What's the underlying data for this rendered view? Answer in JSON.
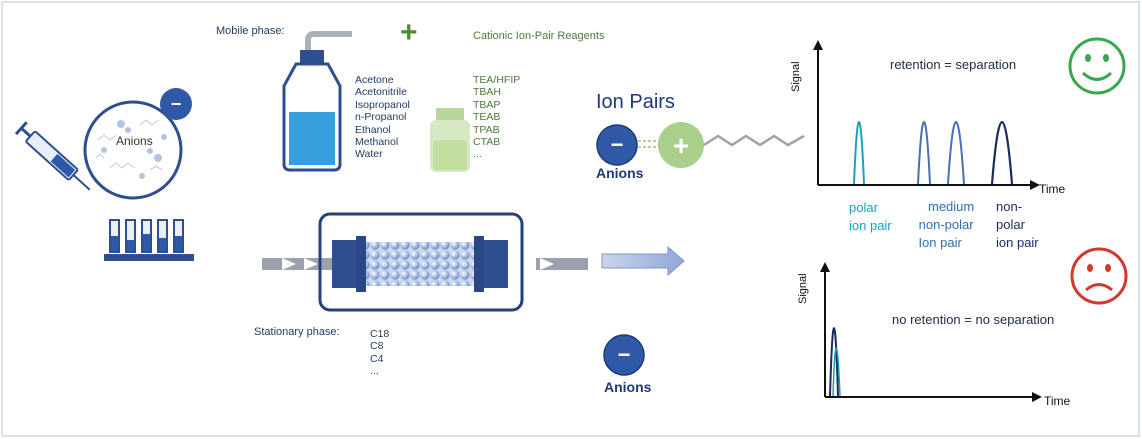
{
  "colors": {
    "dark_blue": "#2f4e8f",
    "teal": "#1ea0b8",
    "green": "#6cc04a",
    "red": "#d0392b",
    "text_green": "#4d7a3a",
    "navy": "#1b2a5c"
  },
  "labels": {
    "mobile_phase": "Mobile phase:",
    "plus_sign": "+",
    "cationic_reagents": "Cationic Ion-Pair Reagents",
    "ion_pairs": "Ion Pairs",
    "anions": "Anions",
    "anions_circle": "Anions",
    "anions_bottom": "Anions",
    "stationary_phase": "Stationary phase:"
  },
  "solvents": [
    "Acetone",
    "Acetonitrile",
    "Isopropanol",
    "n-Propanol",
    "Ethanol",
    "Methanol",
    "Water"
  ],
  "reagents": [
    "TEA/HFIP",
    "TBAH",
    "TBAP",
    "TEAB",
    "TPAB",
    "CTAB",
    "..."
  ],
  "stationary_phases": [
    "C18",
    "C8",
    "C4",
    "..."
  ],
  "charges": {
    "minus": "−",
    "plus": "+"
  },
  "chart_top": {
    "title": "retention = separation",
    "ylabel": "Signal",
    "xlabel": "Time",
    "peaks": [
      {
        "label_lines": [
          "polar",
          "ion pair"
        ],
        "color": "#1ea0b8"
      },
      {
        "label_lines": [
          "medium",
          "non-polar",
          "Ion pair"
        ],
        "color": "#4a6fb5"
      },
      {
        "label_lines": [
          "non-",
          "polar",
          "ion pair"
        ],
        "color": "#1b2a5c"
      }
    ]
  },
  "chart_bottom": {
    "title": "no retention = no separation",
    "ylabel": "Signal",
    "xlabel": "Time"
  }
}
